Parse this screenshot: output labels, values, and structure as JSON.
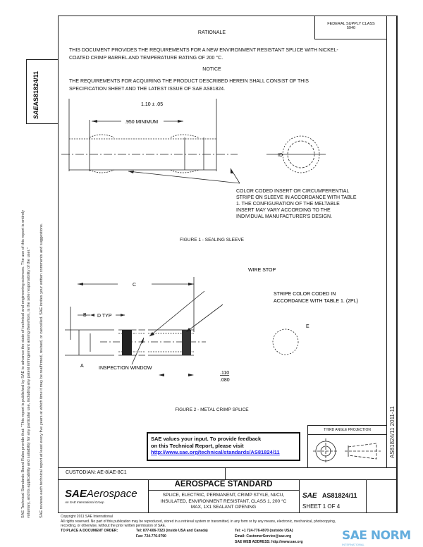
{
  "header": {
    "federal_supply_class": "FEDERAL SUPPLY CLASS",
    "fsc_code": "5940",
    "rationale_heading": "RATIONALE",
    "rationale_text": [
      "THIS DOCUMENT PROVIDES THE REQUIREMENTS FOR A NEW ENVIRONMENT RESISTANT SPLICE WITH NICKEL-",
      "COATED CRIMP BARREL AND TEMPERATURE RATING OF 200 °C."
    ],
    "notice_heading": "NOTICE",
    "notice_text": [
      "THE REQUIREMENTS FOR ACQUIRING THE PRODUCT DESCRIBED HEREIN SHALL CONSIST OF THIS",
      "SPECIFICATION SHEET AND THE LATEST ISSUE OF SAE AS81824."
    ]
  },
  "side": {
    "doc_id": "AS81824/11",
    "sae_mark": "SAE",
    "disclaimer": [
      "SAE Technical Standards Board Rules provide that: \"This report is published by SAE to advance the state of technical and engineering sciences. The use of this report is entirely",
      "voluntary, and its applicability and suitability for any particular use, including any patent infringement arising therefrom, is the sole responsibility of the user.\"",
      "SAE reviews each technical report at least every five years at which time it may be reaffirmed, revised, or cancelled. SAE invites your written comments and suggestions."
    ],
    "right_strip": "AS81824/11 2011-11"
  },
  "figure1": {
    "dim_overall": "1.10 ± .05",
    "dim_min": ".950 MINIMUM",
    "id_label": "ID",
    "note": [
      "COLOR CODED INSERT OR CIRCUMFERENTIAL",
      "STRIPE ON SLEEVE IN ACCORDANCE WITH TABLE",
      "1. THE CONFIGURATION OF THE MELTABLE",
      "INSERT MAY VARY ACCORDING TO THE",
      "INDIVIDUAL MANUFACTURER'S DESIGN."
    ],
    "caption": "FIGURE 1 - SEALING SLEEVE"
  },
  "figure2": {
    "wire_stop": "WIRE STOP",
    "c_label": "C",
    "stripe_note": [
      "STRIPE COLOR CODED IN",
      "ACCORDANCE WITH TABLE 1. (2PL)"
    ],
    "b_label": "B",
    "d_typ": "D TYP",
    "e_label": "E",
    "a_label": "A",
    "inspection_window": "INSPECTION WINDOW",
    "dim_upper": ".110",
    "dim_lower": ".080",
    "caption": "FIGURE 2 - METAL CRIMP SPLICE"
  },
  "feedback": {
    "line1": "SAE values your input. To provide feedback",
    "line2": "on this Technical Report, please visit",
    "link": "http://www.sae.org/technical/standards/AS81824/11"
  },
  "projection": {
    "label": "THIRD ANGLE PROJECTION"
  },
  "title_block": {
    "custodian": "CUSTODIAN: AE-8/AE-8C1",
    "logo_sae": "SAE",
    "logo_aerospace": "Aerospace",
    "logo_sub": "An SAE International Group",
    "standard": "AEROSPACE STANDARD",
    "title": [
      "SPLICE, ELECTRIC, PERMANENT, CRIMP STYLE, NI/CU,",
      "INSULATED, ENVIRONMENT RESISTANT, CLASS 1, 200 °C",
      "MAX, 1X1 SEALANT OPENING"
    ],
    "doc_number": "AS81824/11",
    "sheet": "SHEET 1 OF 4"
  },
  "footer": {
    "copyright": "Copyright 2011 SAE International",
    "rights": "All rights reserved. No part of this publication may be reproduced, stored in a retrieval system or transmitted, in any form or by any means, electronic, mechanical, photocopying,",
    "rights2": "recording, or otherwise, without the prior written permission of SAE.",
    "order": "TO PLACE A DOCUMENT ORDER:",
    "tel_us": "Tel: 877-606-7323 (inside USA and Canada)",
    "tel_intl": "Tel: +1 724-776-4970 (outside USA)",
    "fax": "Fax: 724-776-0790",
    "email": "Email: CustomerService@sae.org",
    "web": "SAE WEB ADDRESS: http://www.sae.org"
  },
  "watermark": {
    "text": "SAE NORM",
    "sub": "INTERNATIONAL",
    "color": "#4a9fd8"
  }
}
